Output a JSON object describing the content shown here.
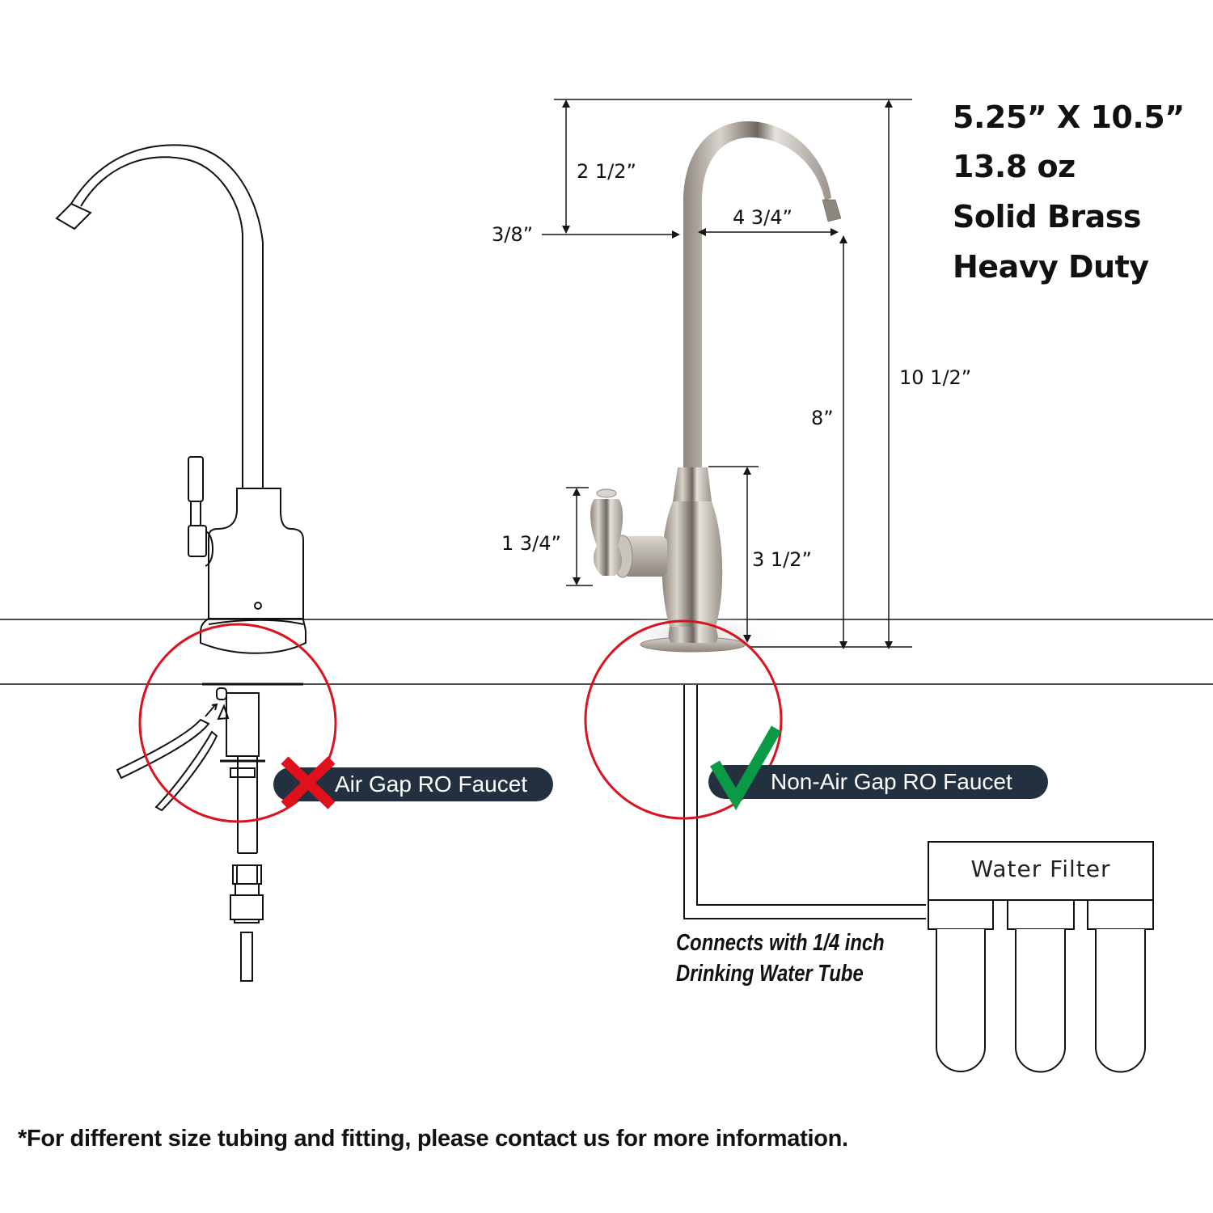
{
  "specs": {
    "dimensions": "5.25” X 10.5”",
    "weight": "13.8 oz",
    "material": "Solid Brass",
    "grade": "Heavy Duty"
  },
  "dimensions": {
    "spout_drop": "2 1/2”",
    "tube_diameter": "3/8”",
    "spout_reach": "4 3/4”",
    "spout_height": "8”",
    "total_height": "10 1/2”",
    "handle_height": "1 3/4”",
    "body_height": "3 1/2”"
  },
  "labels": {
    "air_gap": "Air Gap RO Faucet",
    "non_air_gap": "Non-Air Gap RO Faucet",
    "water_filter": "Water Filter",
    "tube_note_line1": "Connects with 1/4 inch",
    "tube_note_line2": "Drinking Water Tube"
  },
  "footnote": "*For different size tubing and fitting, please contact us for more information.",
  "colors": {
    "circle_red": "#d9141e",
    "x_red": "#e0101c",
    "check_green": "#0a9a45",
    "pill_bg": "#22303f",
    "line": "#111111",
    "brushed_nickel": "#b9b3ab"
  }
}
